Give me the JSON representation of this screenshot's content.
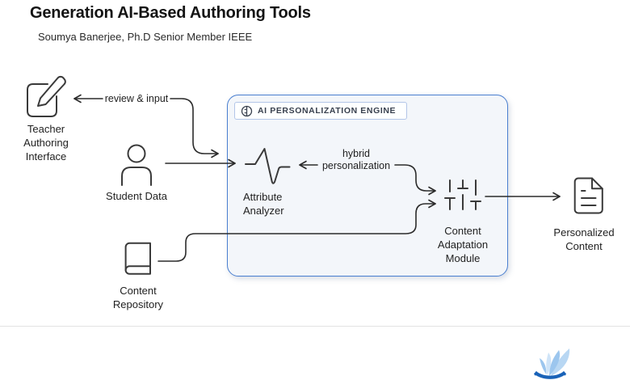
{
  "header": {
    "title": "Generation AI-Based Authoring Tools",
    "author": "Soumya Banerjee, Ph.D Senior Member IEEE"
  },
  "engine": {
    "label": "AI PERSONALIZATION ENGINE",
    "icon": "brain-circle-icon"
  },
  "nodes": {
    "teacher": {
      "label": "Teacher\nAuthoring\nInterface",
      "icon": "edit-pencil-icon"
    },
    "student": {
      "label": "Student Data",
      "icon": "user-icon"
    },
    "repository": {
      "label": "Content\nRepository",
      "icon": "book-icon"
    },
    "analyzer": {
      "label": "Attribute\nAnalyzer",
      "icon": "pulse-waveform-icon"
    },
    "adaptation": {
      "label": "Content\nAdaptation\nModule",
      "icon": "sliders-icon"
    },
    "output": {
      "label": "Personalized\nContent",
      "icon": "document-text-icon"
    }
  },
  "edge_labels": {
    "review": "review & input",
    "hybrid": "hybrid\npersonalization"
  },
  "footer": {
    "logo": "winged-book-logo"
  },
  "colors": {
    "connector": "#2b2b2b",
    "engine_border": "#4a7fd0",
    "engine_fill": "#f3f6fa",
    "label_box_border": "#b3c6e8",
    "logo_blue_dark": "#1a63b8",
    "logo_blue_light": "#b8d7f3"
  }
}
